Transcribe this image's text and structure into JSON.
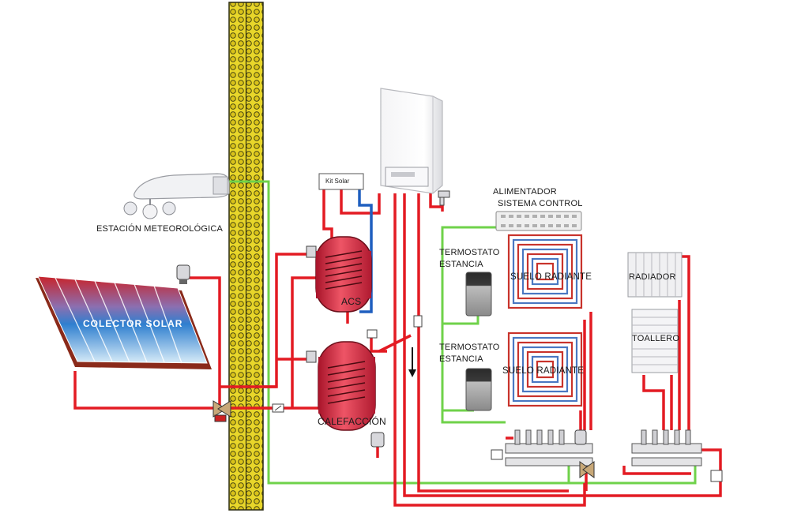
{
  "labels": {
    "estacion": "ESTACIÓN METEOROLÓGICA",
    "colector": "COLECTOR  SOLAR",
    "kit_solar": "Kit Solar",
    "alimentador_1": "ALIMENTADOR",
    "alimentador_2": "SISTEMA CONTROL",
    "termostato_1": "TERMOSTATO",
    "estancia_1": "ESTANCIA",
    "termostato_2": "TERMOSTATO",
    "estancia_2": "ESTANCIA",
    "suelo_radiante_1": "SUELO RADIANTE",
    "suelo_radiante_2": "SUELO RADIANTE",
    "radiador": "RADIADOR",
    "toallero": "TOALLERO",
    "acs": "ACS",
    "calefaccion": "CALEFACCIÓN"
  },
  "colors": {
    "hot_pipe": "#e31b23",
    "cold_pipe": "#1f5fbf",
    "control_wire": "#6fd24a",
    "floor_red": "#c8332b",
    "floor_blue": "#4a78c2",
    "wall_fill": "#e8d62a"
  }
}
